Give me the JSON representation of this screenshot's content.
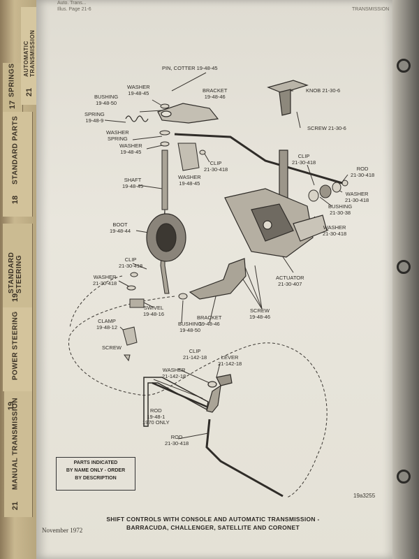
{
  "header": {
    "left_line1": "Auto. Trans...",
    "left_line2": "Illus. Page 21-6",
    "right": "TRANSMISSION"
  },
  "tabs": [
    {
      "num": "21",
      "label": "MANUAL TRANSMISSION"
    },
    {
      "num": "19",
      "label": "POWER STEERING"
    },
    {
      "num": "19",
      "label": "STANDARD STEERING"
    },
    {
      "num": "18",
      "label": "STANDARD PARTS"
    },
    {
      "num": "17",
      "label": "SPRINGS"
    },
    {
      "num": "21",
      "label": "AUTOMATIC TRANSMISSION"
    }
  ],
  "labels": {
    "pin_cotter": "PIN, COTTER 19-48-45",
    "knob": "KNOB 21-30-6",
    "washer_top": "WASHER\n19-48-45",
    "bracket_top": "BRACKET\n19-48-46",
    "bushing_top": "BUSHING\n19-48-50",
    "spring": "SPRING\n19-48-9",
    "screw_knob": "SCREW 21-30-6",
    "washer_spring": "WASHER\nSPRING",
    "washer_mid": "WASHER\n19-48-45",
    "clip_mid": "CLIP\n21-30-418",
    "clip_right": "CLIP\n21-30-418",
    "rod_right": "ROD\n21-30-418",
    "washer_mid2": "WASHER\n19-48-45",
    "washer_right": "WASHER\n21-30-418",
    "shaft": "SHAFT\n19-48-45",
    "bushing_right": "BUSHING\n21-30-38",
    "boot": "BOOT\n19-48-44",
    "washer_right2": "WASHER\n21-30-418",
    "actuator": "ACTUATOR\n21-30-407",
    "clip_left": "CLIP\n21-30-418",
    "washer_left": "WASHER\n21-30-418",
    "screw_mid": "SCREW\n19-48-46",
    "swivel": "SWIVEL\n19-48-16",
    "clamp": "CLAMP\n19-48-12",
    "bushing_low": "BUSHING\n19-48-50",
    "bracket_low": "BRACKET\n19-48-46",
    "screw_low": "SCREW",
    "clip_low": "CLIP\n21-142-18",
    "lever": "LEVER\n21-142-18",
    "washer_low": "WASHER\n21-142-18",
    "rod_1970": "ROD\n19-48-1\n1970 ONLY",
    "rod_low": "ROD\n21-30-418"
  },
  "note_box": {
    "line1": "PARTS INDICATED",
    "line2": "BY NAME ONLY - ORDER",
    "line3": "BY DESCRIPTION"
  },
  "figure_number": "19a3255",
  "caption": {
    "line1": "SHIFT CONTROLS WITH CONSOLE AND AUTOMATIC TRANSMISSION -",
    "line2": "BARRACUDA, CHALLENGER, SATELLITE AND CORONET"
  },
  "footer_date": "November 1972"
}
